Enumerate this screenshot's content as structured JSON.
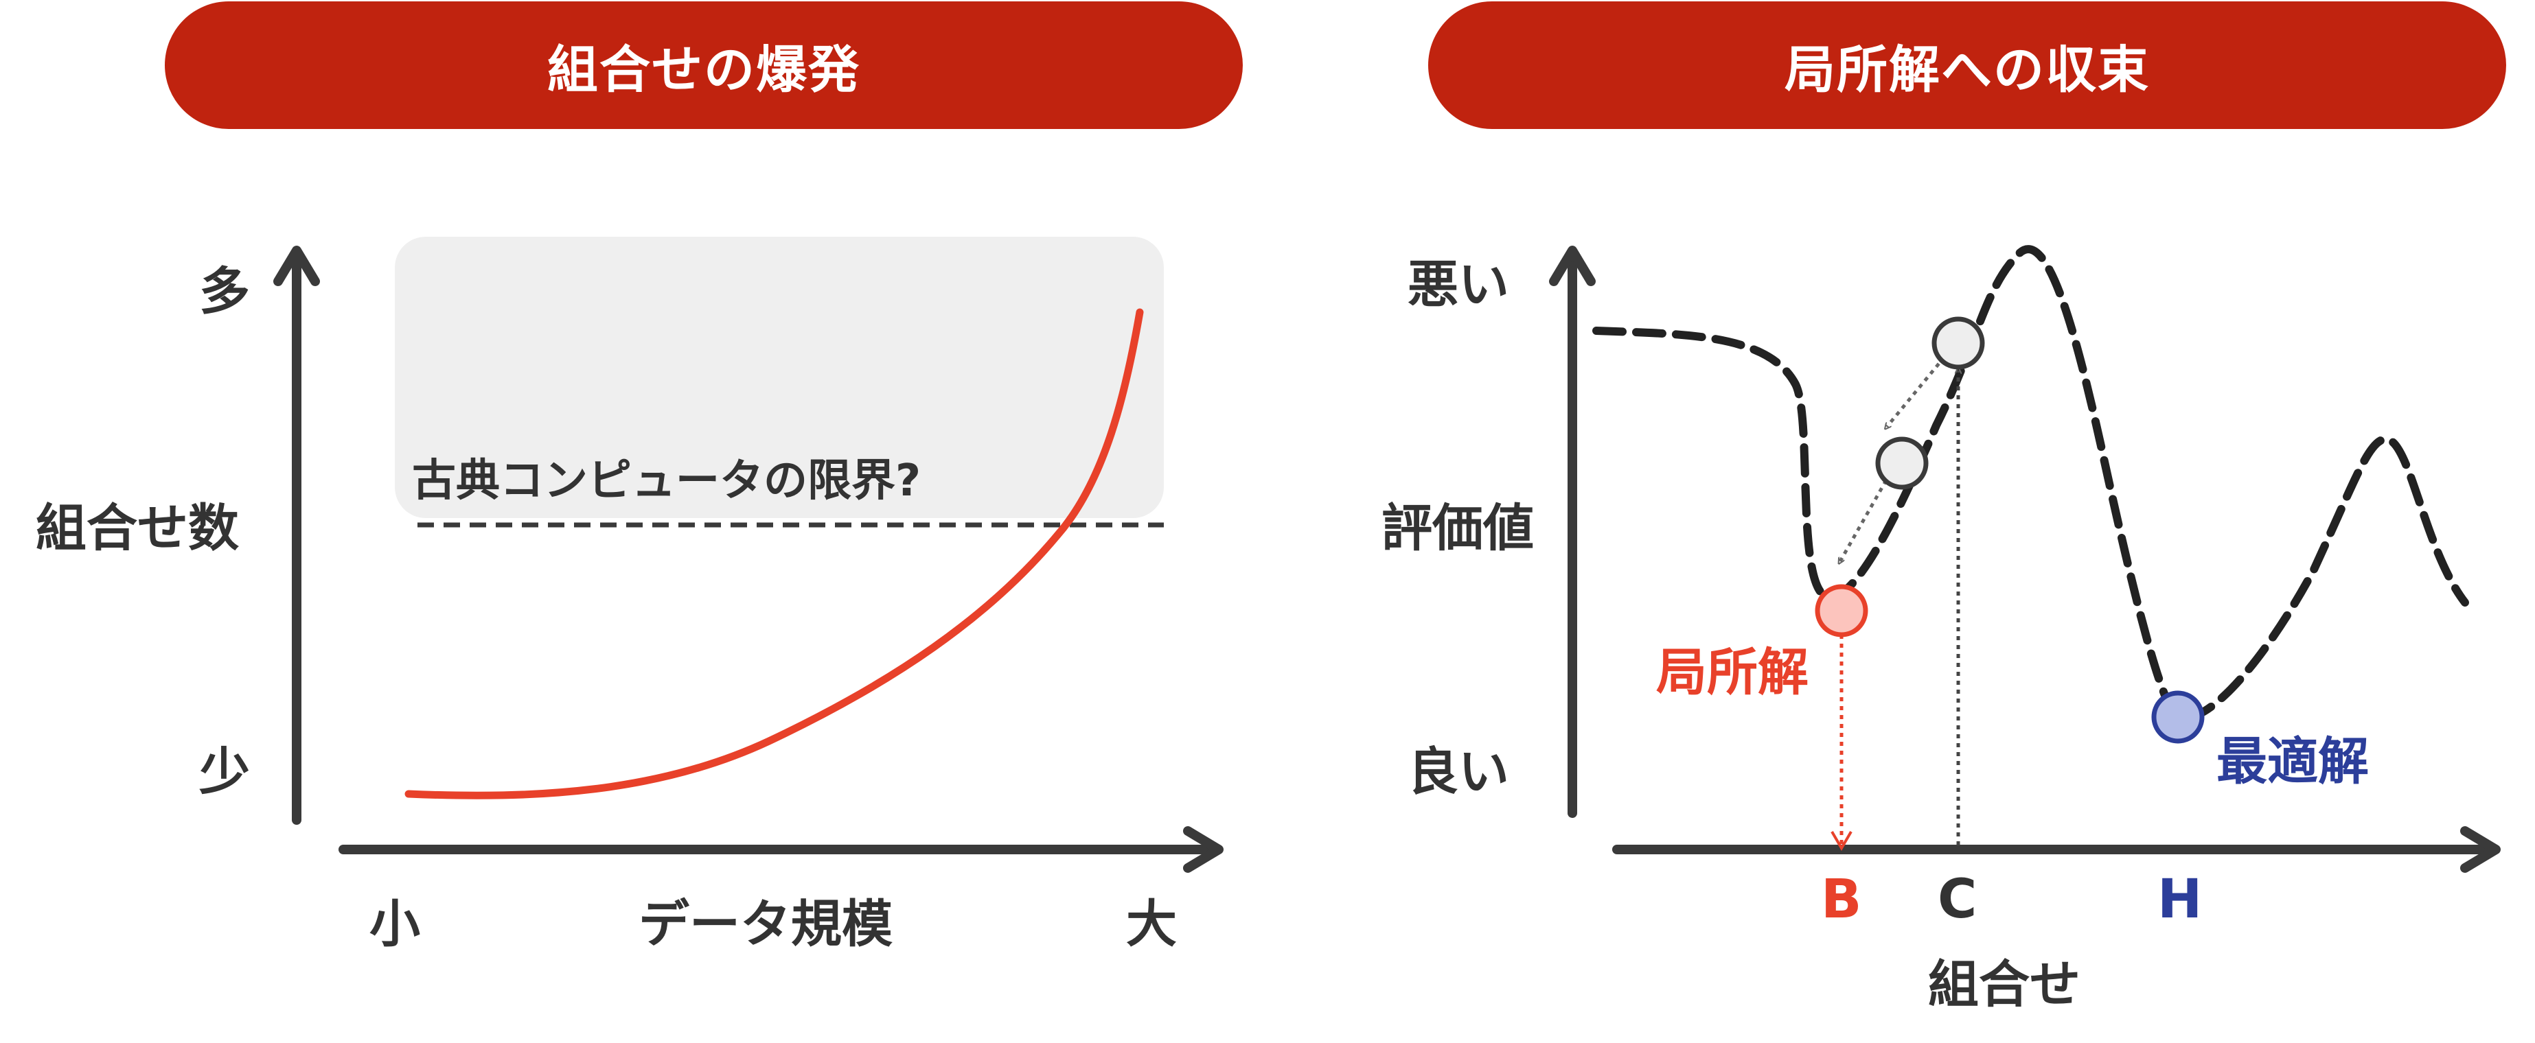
{
  "colors": {
    "header_bg": "#c0230f",
    "curve": "#e8412a",
    "axis": "#3a3a3a",
    "local_label": "#e8412a",
    "local_point_fill": "#fcc4bd",
    "optimal_label": "#2c3e9a",
    "optimal_point_fill": "#b3bde8",
    "gray_point_fill": "#eeeeee",
    "limit_box": "#efefef"
  },
  "left_panel": {
    "title": "組合せの爆発",
    "y_axis": {
      "label": "組合せ数",
      "top": "多",
      "bottom": "少"
    },
    "x_axis": {
      "label": "データ規模",
      "left": "小",
      "right": "大"
    },
    "limit_label": "古典コンピュータの限界?",
    "chart_data": {
      "type": "line",
      "xlabel": "データ規模",
      "ylabel": "組合せ数",
      "x_ticks": [
        "小",
        "大"
      ],
      "y_ticks": [
        "少",
        "多"
      ],
      "threshold_label": "古典コンピュータの限界?",
      "shape": "exponential growth crossing the dashed limit line near the right end"
    }
  },
  "right_panel": {
    "title": "局所解への収束",
    "y_axis": {
      "label": "評価値",
      "top": "悪い",
      "bottom": "良い"
    },
    "x_axis": {
      "label": "組合せ",
      "ticks": [
        "B",
        "C",
        "H"
      ]
    },
    "local_solution_label": "局所解",
    "optimal_solution_label": "最適解",
    "chart_data": {
      "type": "line",
      "xlabel": "組合せ",
      "ylabel": "評価値",
      "x_ticks": [
        "B",
        "C",
        "H"
      ],
      "y_ticks": [
        "良い",
        "悪い"
      ],
      "annotations": [
        {
          "text": "局所解",
          "at": "B"
        },
        {
          "text": "最適解",
          "at": "H"
        }
      ]
    }
  }
}
